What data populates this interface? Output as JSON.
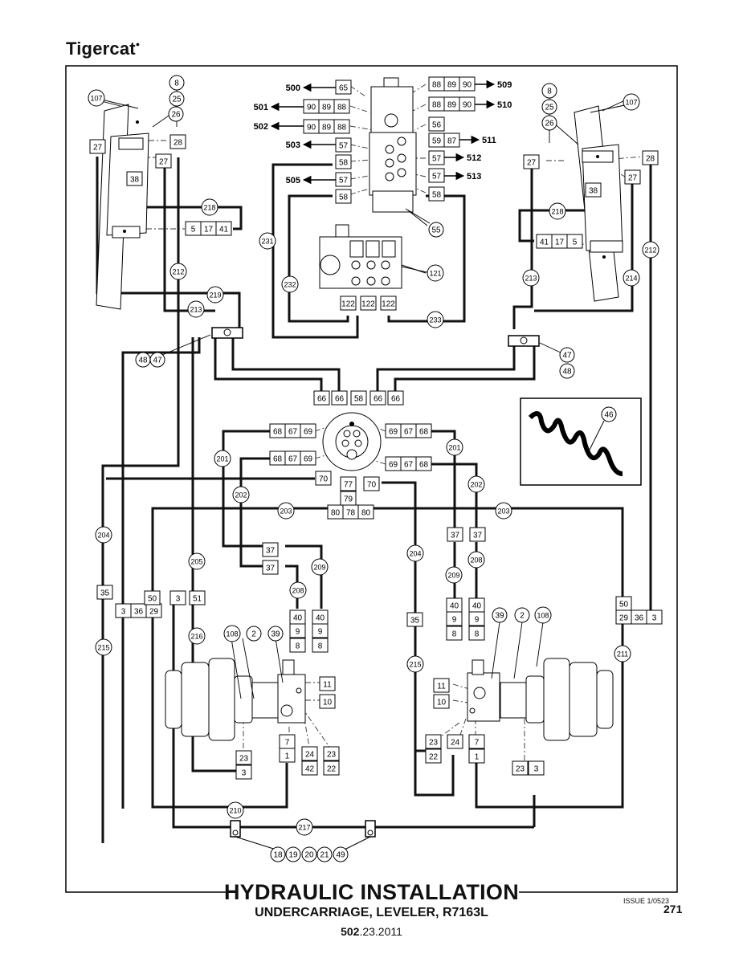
{
  "header": {
    "brand": "Tigercat"
  },
  "footer": {
    "title": "HYDRAULIC INSTALLATION",
    "subtitle": "UNDERCARRIAGE, LEVELER, R7163L",
    "doc_prefix": "502",
    "doc_suffix": ".23.2011",
    "issue": "ISSUE 1/0523",
    "page": "271"
  },
  "arrow_refs": {
    "left": [
      "500",
      "501",
      "502",
      "503",
      "505"
    ],
    "right": [
      "509",
      "510",
      "511",
      "512",
      "513"
    ]
  },
  "boxes": {
    "b65": [
      "65"
    ],
    "b90a": [
      "90",
      "89",
      "88"
    ],
    "b90b": [
      "90",
      "89",
      "88"
    ],
    "b57a": [
      "57"
    ],
    "b58a": [
      "58"
    ],
    "b58b": [
      "58"
    ],
    "b57b": [
      "57"
    ],
    "b58c": [
      "58"
    ],
    "b88a": [
      "88",
      "89",
      "90"
    ],
    "b88b": [
      "88",
      "89",
      "90"
    ],
    "b56": [
      "56"
    ],
    "b59": [
      "59",
      "87"
    ],
    "b57c": [
      "57"
    ],
    "b57d": [
      "57"
    ],
    "b58d": [
      "58"
    ],
    "b27a": [
      "27"
    ],
    "b28a": [
      "28"
    ],
    "b27b": [
      "27"
    ],
    "b38a": [
      "38"
    ],
    "b51741": [
      "5",
      "17",
      "41"
    ],
    "b27c": [
      "27"
    ],
    "b28b": [
      "28"
    ],
    "b27d": [
      "27"
    ],
    "b38b": [
      "38"
    ],
    "b41175": [
      "41",
      "17",
      "5"
    ],
    "b122a": [
      "122"
    ],
    "b122b": [
      "122"
    ],
    "b122c": [
      "122"
    ],
    "b66a": [
      "66"
    ],
    "b66b": [
      "66"
    ],
    "b58e": [
      "58"
    ],
    "b66c": [
      "66"
    ],
    "b66d": [
      "66"
    ],
    "b686769a": [
      "68",
      "67",
      "69"
    ],
    "b686769b": [
      "68",
      "67",
      "69"
    ],
    "b696768a": [
      "69",
      "67",
      "68"
    ],
    "b696768b": [
      "69",
      "67",
      "68"
    ],
    "b70a": [
      "70"
    ],
    "b77": [
      "77"
    ],
    "b79": [
      "79"
    ],
    "b70b": [
      "70"
    ],
    "b807880": [
      "80",
      "78",
      "80"
    ],
    "b37a": [
      "37"
    ],
    "b37b": [
      "37"
    ],
    "b37c": [
      "37"
    ],
    "b37d": [
      "37"
    ],
    "b35a": [
      "35"
    ],
    "b3_36_29": [
      "3",
      "36",
      "29"
    ],
    "b50a": [
      "50"
    ],
    "b3a": [
      "3"
    ],
    "b51": [
      "51"
    ],
    "b40a": [
      "40"
    ],
    "b9a": [
      "9"
    ],
    "b8a": [
      "8"
    ],
    "b40b": [
      "40"
    ],
    "b9b": [
      "9"
    ],
    "b8b": [
      "8"
    ],
    "b35b": [
      "35"
    ],
    "b40c": [
      "40"
    ],
    "b9c": [
      "9"
    ],
    "b8c": [
      "8"
    ],
    "b40d": [
      "40"
    ],
    "b9d": [
      "9"
    ],
    "b8d": [
      "8"
    ],
    "b50b": [
      "50"
    ],
    "b29_36_3": [
      "29",
      "36",
      "3"
    ],
    "b11a": [
      "11"
    ],
    "b10a": [
      "10"
    ],
    "b7a": [
      "7"
    ],
    "b1a": [
      "1"
    ],
    "b24a": [
      "24"
    ],
    "b42": [
      "42"
    ],
    "b23a": [
      "23"
    ],
    "b22a": [
      "22"
    ],
    "b23b": [
      "23"
    ],
    "b3b": [
      "3"
    ],
    "b11b": [
      "11"
    ],
    "b10b": [
      "10"
    ],
    "b23c": [
      "23"
    ],
    "b22b": [
      "22"
    ],
    "b24b": [
      "24"
    ],
    "b7b": [
      "7"
    ],
    "b1b": [
      "1"
    ],
    "b23d": [
      "23"
    ],
    "b3c": [
      "3"
    ]
  },
  "bubbles": {
    "c8a": "8",
    "c25a": "25",
    "c26a": "26",
    "c107a": "107",
    "c8b": "8",
    "c25b": "25",
    "c26b": "26",
    "c107b": "107",
    "c218a": "218",
    "c212a": "212",
    "c219": "219",
    "c213a": "213",
    "c48a": "48",
    "c47a": "47",
    "c218b": "218",
    "c212b": "212",
    "c213b": "213",
    "c214": "214",
    "c47b": "47",
    "c48b": "48",
    "c231": "231",
    "c232": "232",
    "c233": "233",
    "c121": "121",
    "c55": "55",
    "c46": "46",
    "c201a": "201",
    "c201b": "201",
    "c202a": "202",
    "c202b": "202",
    "c203a": "203",
    "c203b": "203",
    "c204a": "204",
    "c204b": "204",
    "c205": "205",
    "c209a": "209",
    "c209b": "209",
    "c208a": "208",
    "c208b": "208",
    "c215a": "215",
    "c215b": "215",
    "c216": "216",
    "c211": "211",
    "c210": "210",
    "c217": "217",
    "c108a": "108",
    "c2a": "2",
    "c39a": "39",
    "c39b": "39",
    "c2b": "2",
    "c108b": "108",
    "c18": "18",
    "c19": "19",
    "c20": "20",
    "c21": "21",
    "c49": "49"
  }
}
